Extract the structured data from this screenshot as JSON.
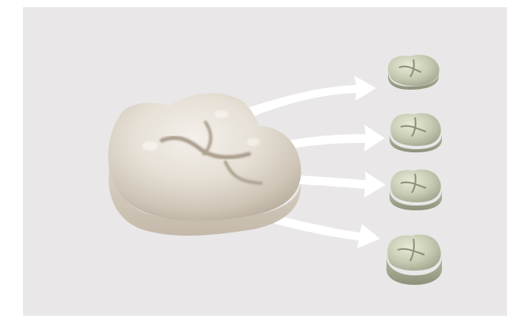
{
  "scene": {
    "subject": "tooth-model",
    "background_color": "#e9e7e8",
    "source_tooth_color": "#e3ddd3",
    "derived_tooth_color": "#c9cbb6",
    "arrow_color": "#ffffff"
  },
  "derived_models": [
    {
      "id": "model-1"
    },
    {
      "id": "model-2"
    },
    {
      "id": "model-3"
    },
    {
      "id": "model-4"
    }
  ]
}
